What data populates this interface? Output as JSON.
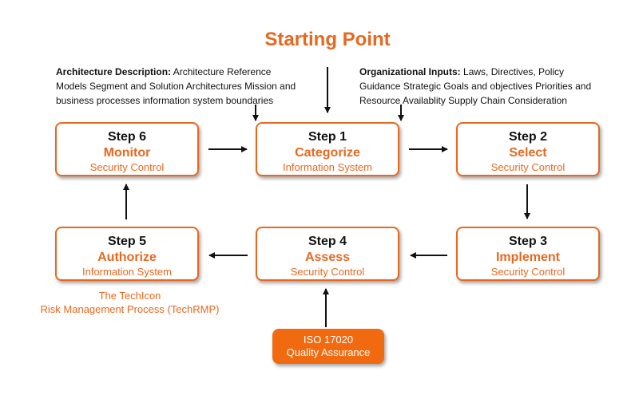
{
  "title": "Starting Point",
  "notes": {
    "architecture": {
      "heading": "Architecture Description:",
      "body": "Architecture Reference Models Segment and Solution Architectures Mission and business processes information system boundaries"
    },
    "organizational": {
      "heading": "Organizational Inputs:",
      "body": "Laws, Directives, Policy Guidance Strategic Goals and objectives Priorities and Resource Availablity Supply Chain Consideration"
    }
  },
  "steps": [
    {
      "label": "Step 1",
      "name": "Categorize",
      "sub": "Information System"
    },
    {
      "label": "Step 2",
      "name": "Select",
      "sub": "Security Control"
    },
    {
      "label": "Step 3",
      "name": "Implement",
      "sub": "Security Control"
    },
    {
      "label": "Step 4",
      "name": "Assess",
      "sub": "Security Control"
    },
    {
      "label": "Step 5",
      "name": "Authorize",
      "sub": "Information System"
    },
    {
      "label": "Step 6",
      "name": "Monitor",
      "sub": "Security Control"
    }
  ],
  "caption": {
    "line1": "The TechIcon",
    "line2": "Risk Management Process (TechRMP)"
  },
  "iso": {
    "line1": "ISO 17020",
    "line2": "Quality Assurance"
  },
  "colors": {
    "accent": "#e8681f",
    "iso_fill": "#f26a10",
    "text": "#111111"
  }
}
